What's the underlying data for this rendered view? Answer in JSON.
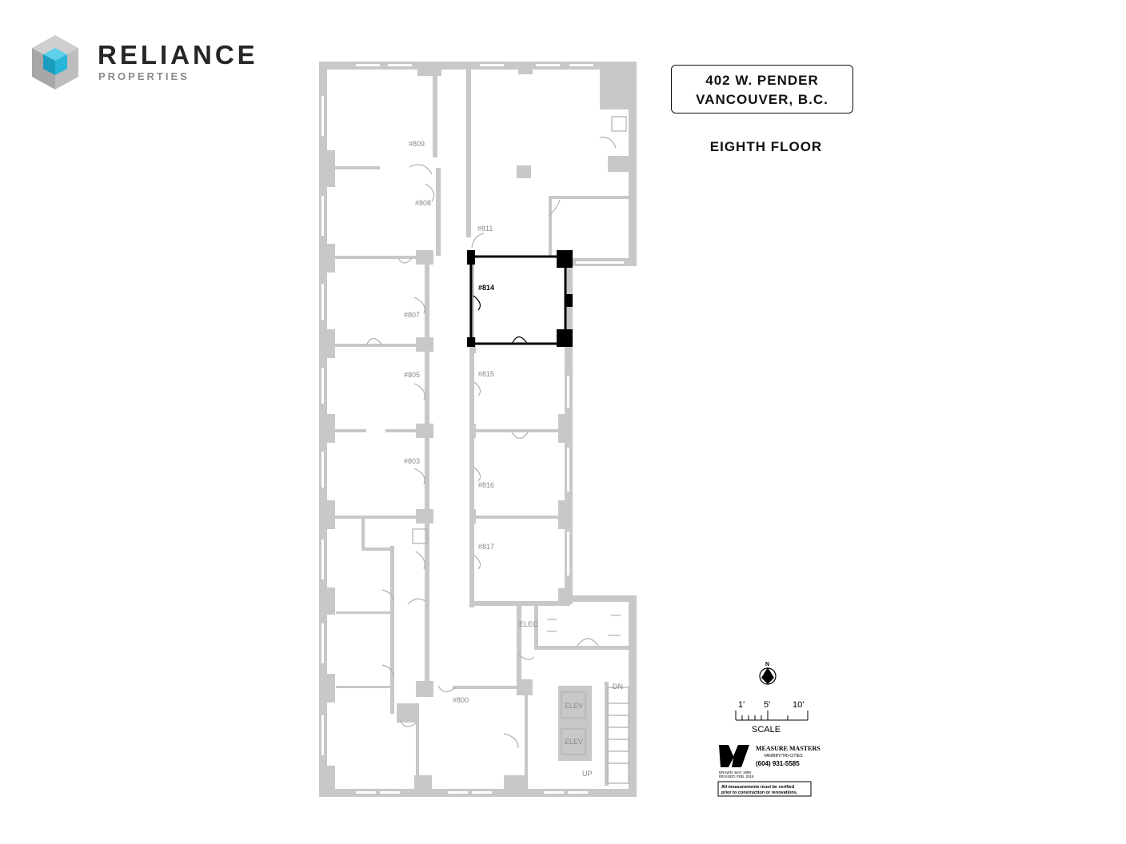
{
  "brand": {
    "name": "RELIANCE",
    "sub": "PROPERTIES",
    "colors": {
      "cube_light": "#bdbdbd",
      "cube_mid": "#9e9e9e",
      "cube_teal": "#1ea8c9",
      "text": "#262626"
    }
  },
  "address": {
    "line1": "402 W. PENDER",
    "line2": "VANCOUVER, B.C."
  },
  "floor_label": "EIGHTH FLOOR",
  "rooms": [
    {
      "id": "809",
      "label": "#809"
    },
    {
      "id": "808",
      "label": "#808"
    },
    {
      "id": "811",
      "label": "#811"
    },
    {
      "id": "814",
      "label": "#814",
      "highlighted": true
    },
    {
      "id": "807",
      "label": "#807"
    },
    {
      "id": "805",
      "label": "#805"
    },
    {
      "id": "815",
      "label": "#815"
    },
    {
      "id": "803",
      "label": "#803"
    },
    {
      "id": "816",
      "label": "#816"
    },
    {
      "id": "817",
      "label": "#817"
    },
    {
      "id": "800",
      "label": "#800"
    }
  ],
  "fixtures": {
    "elec": "ELEC",
    "elev1": "ELEV",
    "elev2": "ELEV",
    "dn": "DN",
    "up": "UP"
  },
  "north": {
    "label": "N"
  },
  "scale": {
    "t1": "1'",
    "t5": "5'",
    "t10": "10'",
    "label": "SCALE"
  },
  "measure_masters": {
    "name": "MEASURE MASTERS",
    "tag": "VAN/BBY/TRI-CITIES",
    "phone": "(604) 931-5585",
    "drawn": "DRAWN: MAY 1999",
    "revised": "REVISED: FEB. 2018",
    "note1": "All measurements must be verified",
    "note2": "prior to construction or renovations."
  },
  "colors": {
    "wall": "#c8c8c8",
    "highlight": "#000000"
  }
}
